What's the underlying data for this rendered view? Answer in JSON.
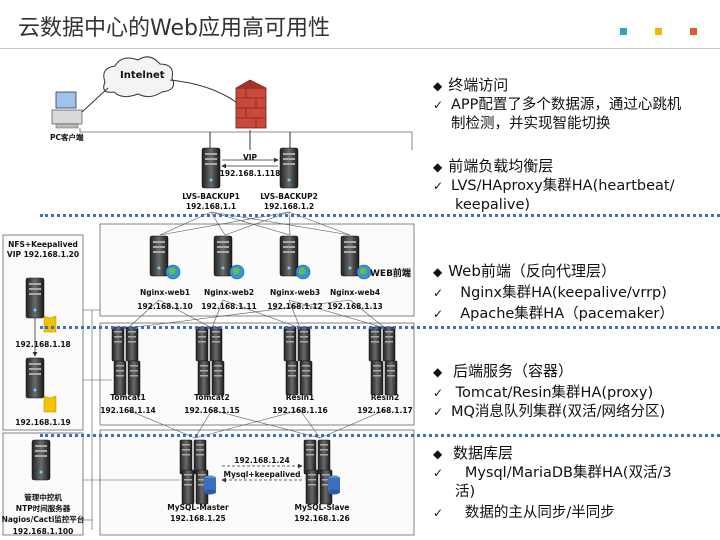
{
  "title": "云数据中心的Web应用高可用性",
  "colors": {
    "dot_line": "#3a6fc8",
    "square1": "#2aa7b8",
    "square2": "#f5b400",
    "square3": "#e05a2a"
  },
  "sections": [
    {
      "heading": "终端访问",
      "items": [
        {
          "check": "✓",
          "lines": [
            "APP配置了多个数据源，通过心跳机",
            "制检测，并实现智能切换"
          ]
        }
      ]
    },
    {
      "heading": "前端负载均衡层",
      "items": [
        {
          "check": "✓",
          "lines": [
            "LVS/HAproxy集群HA(heartbeat/",
            "keepalive)"
          ]
        }
      ]
    },
    {
      "heading": "Web前端（反向代理层）",
      "items": [
        {
          "check": "✓",
          "lines": [
            "  Nginx集群HA(keepalive/vrrp)"
          ]
        },
        {
          "check": "✓",
          "lines": [
            "  Apache集群HA（pacemaker）"
          ]
        }
      ]
    },
    {
      "heading": " 后端服务（容器）",
      "items": [
        {
          "check": "✓",
          "lines": [
            " Tomcat/Resin集群HA(proxy)"
          ]
        },
        {
          "check": "✓",
          "lines": [
            "MQ消息队列集群(双活/网络分区)"
          ]
        }
      ]
    },
    {
      "heading": " 数据库层",
      "items": [
        {
          "check": "✓",
          "lines": [
            "   Mysql/MariaDB集群HA(双活/3",
            "活)"
          ]
        },
        {
          "check": "✓",
          "lines": [
            "   数据的主从同步/半同步"
          ]
        }
      ]
    }
  ],
  "diagram": {
    "internet": "Intelnet",
    "pc": "PC客户端",
    "vip": "VIP",
    "vip_ip": "192.168.1.118",
    "lvs": [
      {
        "name": "LVS-BACKUP1",
        "ip": "192.168.1.1"
      },
      {
        "name": "LVS-BACKUP2",
        "ip": "192.168.1.2"
      }
    ],
    "nfs_title": "NFS+Keepalived",
    "nfs_vip": "VIP 192.168.1.20",
    "nfs_ips": [
      "192.168.1.18",
      "192.168.1.19"
    ],
    "web_front": "WEB前端",
    "nginx": [
      {
        "name": "Nginx-web1",
        "ip": "192.168.1.10"
      },
      {
        "name": "Nginx-web2",
        "ip": "192.168.1.11"
      },
      {
        "name": "Nginx-web3",
        "ip": "192.168.1.12"
      },
      {
        "name": "Nginx-web4",
        "ip": "192.168.1.13"
      }
    ],
    "apps": [
      {
        "name": "Tomcat1",
        "ip": "192.168.1.14"
      },
      {
        "name": "Tomcat2",
        "ip": "192.168.1.15"
      },
      {
        "name": "Resin1",
        "ip": "192.168.1.16"
      },
      {
        "name": "Resin2",
        "ip": "192.168.1.17"
      }
    ],
    "mgmt": [
      "管理中控机",
      "NTP时间服务器",
      "Nagios/Cacti监控平台"
    ],
    "mgmt_ip": "192.168.1.100",
    "db_link_ip": "192.168.1.24",
    "db_link": "Mysql+keepalived",
    "db": [
      {
        "name": "MySQL-Master",
        "ip": "192.168.1.25"
      },
      {
        "name": "MySQL-Slave",
        "ip": "192.168.1.26"
      }
    ]
  }
}
